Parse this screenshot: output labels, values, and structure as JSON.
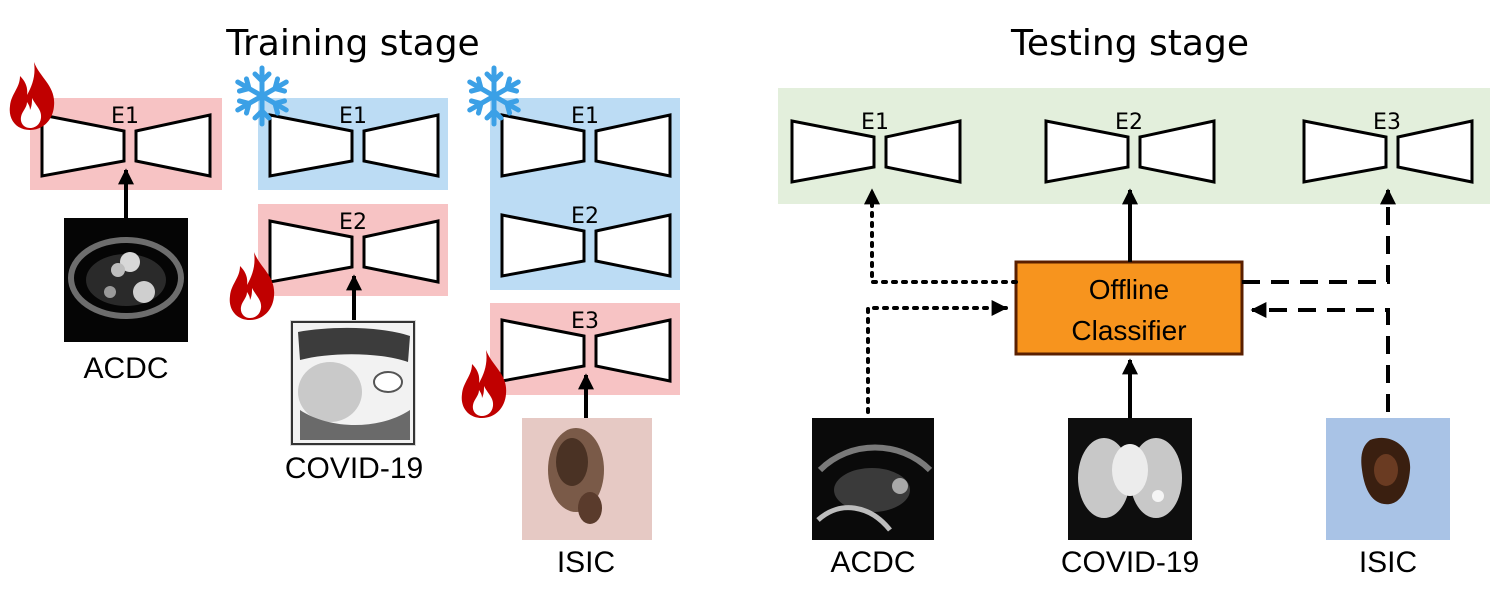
{
  "training": {
    "title": "Training stage",
    "steps": [
      {
        "encoders": [
          "E1"
        ],
        "dataset": "ACDC"
      },
      {
        "encoders": [
          "E1",
          "E2"
        ],
        "dataset": "COVID-19"
      },
      {
        "encoders": [
          "E1",
          "E2",
          "E3"
        ],
        "dataset": "ISIC"
      }
    ],
    "states": {
      "frozen": "snowflake-icon",
      "trainable": "flame-icon"
    }
  },
  "testing": {
    "title": "Testing stage",
    "encoders": [
      "E1",
      "E2",
      "E3"
    ],
    "classifier": {
      "line1": "Offline",
      "line2": "Classifier"
    },
    "datasets": [
      "ACDC",
      "COVID-19",
      "ISIC"
    ]
  },
  "colors": {
    "trainable_box": "#f7c3c4",
    "frozen_box": "#bcdcf4",
    "testing_panel": "#e3efdc",
    "classifier_fill": "#f7941e",
    "classifier_border": "#5a1f00",
    "flame": "#c00000",
    "snowflake": "#3ba0e6"
  }
}
